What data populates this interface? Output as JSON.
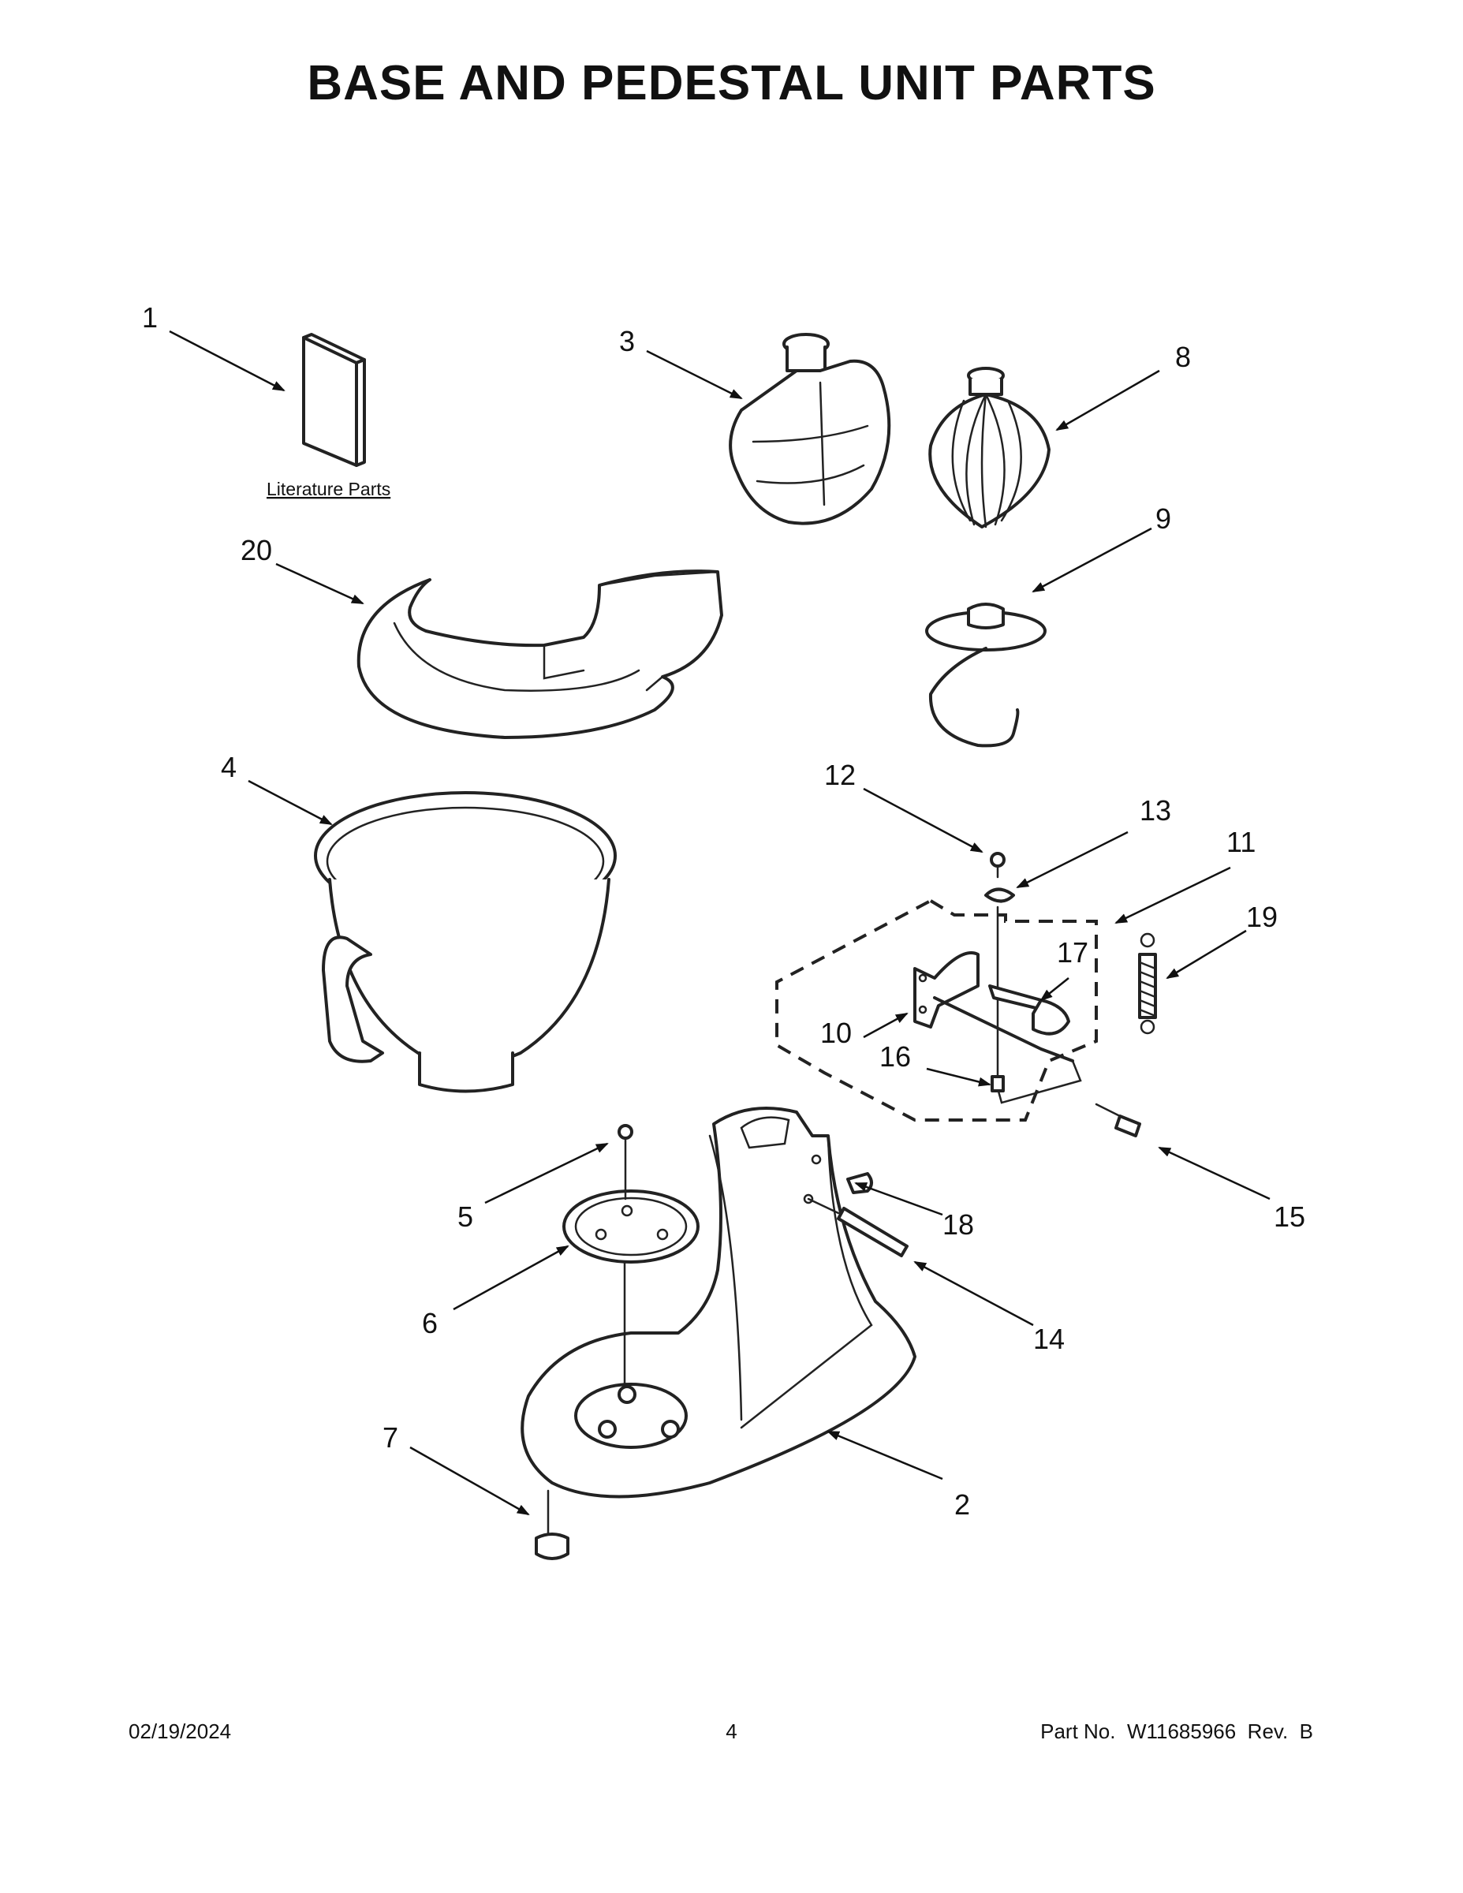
{
  "title": "BASE AND PEDESTAL UNIT PARTS",
  "literature_label": "Literature Parts",
  "callouts": {
    "c1": "1",
    "c2": "2",
    "c3": "3",
    "c4": "4",
    "c5": "5",
    "c6": "6",
    "c7": "7",
    "c8": "8",
    "c9": "9",
    "c10": "10",
    "c11": "11",
    "c12": "12",
    "c13": "13",
    "c14": "14",
    "c15": "15",
    "c16": "16",
    "c17": "17",
    "c18": "18",
    "c19": "19",
    "c20": "20"
  },
  "footer": {
    "date": "02/19/2024",
    "page": "4",
    "part_no": "Part No.  W11685966  Rev.  B"
  }
}
